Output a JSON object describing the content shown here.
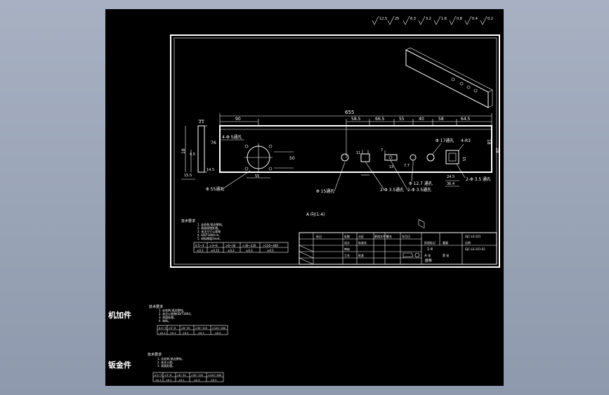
{
  "colors": {
    "background": "#000000",
    "lines": "#ffffff",
    "frame_bg": "#8e99ad"
  },
  "symbols": {
    "top_right_marks": [
      "12.5",
      "25",
      "6.3",
      "3.2",
      "1.6",
      "0.8",
      "0.4",
      "0.2"
    ]
  },
  "dimensions": {
    "overall_length": "655",
    "hole_left_offset": "90",
    "spacing": [
      "58.5",
      "66.5",
      "55",
      "40",
      "58",
      "64.5"
    ],
    "height_76": "76",
    "height_18": "18",
    "right_height": "18",
    "side_width": "21",
    "side_height": "18",
    "side_small_1": "4.5",
    "side_small_2": "14.5",
    "side_small_3": "15.5",
    "left_hole_note": "4-Φ 5通孔",
    "big_hole_note": "Φ 55通孔",
    "hole_below_note": "Φ 15通孔",
    "dim_50": "50",
    "dim_55_bottom": "55",
    "note_2_35_a": "2-Φ 3.5通孔",
    "note_2_35_b": "2-Φ 3.5通孔",
    "note_127": "Φ 12.7 通孔",
    "note_17": "Φ 17通孔",
    "note_4r3": "4-R3",
    "note_2_35_c": "2-Φ 3.5 通孔",
    "dim_7": "7",
    "dim_77": "7.7",
    "dim_11": "11",
    "dim_15": "15",
    "dim_24_5": "24.5",
    "dim_36_4": "36.4",
    "dim_15_right": "15"
  },
  "drawing": {
    "view_label": "A 向(1:4)",
    "tech_notes_title": "技术要求",
    "tech_notes": [
      "1. 去毛刺,锐边倒钝。",
      "2. 表面喷塑处理。",
      "3. 未注尺寸公差按",
      "4. GB/T1804-m。",
      "5. 材料厚度2mm。"
    ],
    "tolerance_table": {
      "headers": [
        "0.5~3",
        ">3~6",
        ">6~30",
        ">30~120",
        ">120~400"
      ],
      "values": [
        "±0.1",
        "±0.15",
        "±0.2",
        "±0.3",
        "±0.5"
      ]
    }
  },
  "title_block": {
    "rows": [
      [
        "",
        "",
        "",
        "",
        "",
        "",
        "",
        ""
      ],
      [
        "标记",
        "处数",
        "分区",
        "更改文件号",
        "签名",
        "年月日",
        "",
        ""
      ],
      [
        "设计",
        "",
        "标准化",
        "",
        "阶段标记",
        "重量",
        "比例",
        ""
      ],
      [
        "审核",
        "",
        "",
        "",
        "",
        "",
        "1:4",
        ""
      ],
      [
        "工艺",
        "",
        "批准",
        "",
        "共 张",
        "第 张",
        "",
        ""
      ]
    ],
    "part_code": "GJC-LS-101",
    "drawing_no": "GJC-LS-101-01",
    "part_name": "面板"
  },
  "lower_sections": [
    {
      "label": "机加件",
      "notes_title": "技术要求",
      "notes": [
        "1. 去毛刺,锐边倒钝。",
        "2. 未注公差按GB/T1804。",
        "3. 表面处理。",
        "4. 材料。"
      ],
      "table": {
        "headers": [
          "0.5~3",
          ">3~6",
          ">6~30",
          ">30~120",
          ">120~400"
        ],
        "values": [
          "±0.1",
          "±0.1",
          "±0.2",
          "±0.3",
          "±0.5"
        ]
      }
    },
    {
      "label": "钣金件",
      "notes_title": "技术要求",
      "notes": [
        "1. 去毛刺,锐边倒钝。",
        "2. 未注公差。",
        "3. 表面处理。"
      ],
      "table": {
        "headers": [
          "0.5~3",
          ">3~6",
          ">6~30",
          ">30~120",
          ">120~400"
        ],
        "values": [
          "±0.1",
          "±0.1",
          "±0.2",
          "±0.3",
          "±0.5"
        ]
      }
    }
  ]
}
